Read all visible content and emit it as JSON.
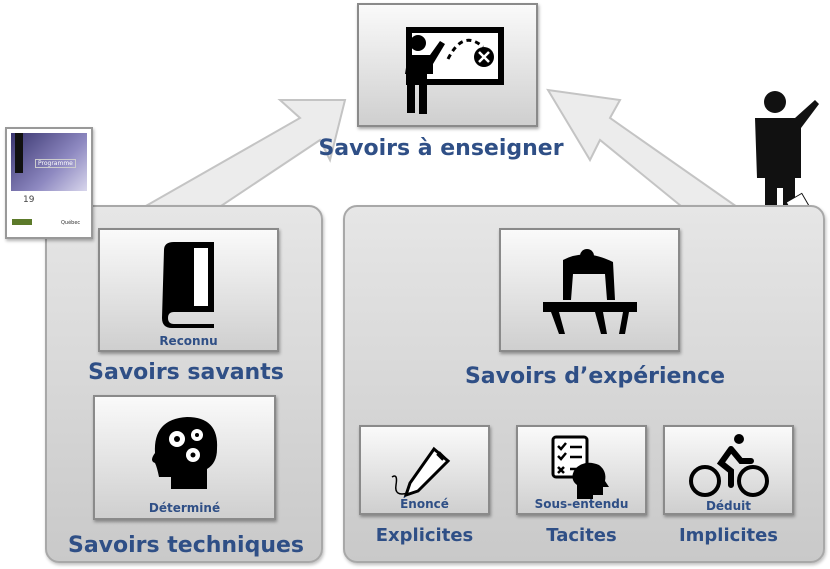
{
  "top": {
    "title": "Savoirs à enseigner"
  },
  "document_thumbnail": {
    "label": "Programme",
    "number": "19",
    "publisher": "Québec"
  },
  "left_panel": {
    "savants": {
      "caption": "Reconnu",
      "title": "Savoirs savants"
    },
    "techniques": {
      "caption": "Déterminé",
      "title": "Savoirs techniques"
    }
  },
  "right_panel": {
    "experience": {
      "title": "Savoirs d’expérience"
    },
    "items": [
      {
        "caption": "Énoncé",
        "title": "Explicites"
      },
      {
        "caption": "Sous-entendu",
        "title": "Tacites"
      },
      {
        "caption": "Déduit",
        "title": "Implicites"
      }
    ]
  },
  "colors": {
    "text": "#2f4f86",
    "panel": "#d6d6d6"
  }
}
